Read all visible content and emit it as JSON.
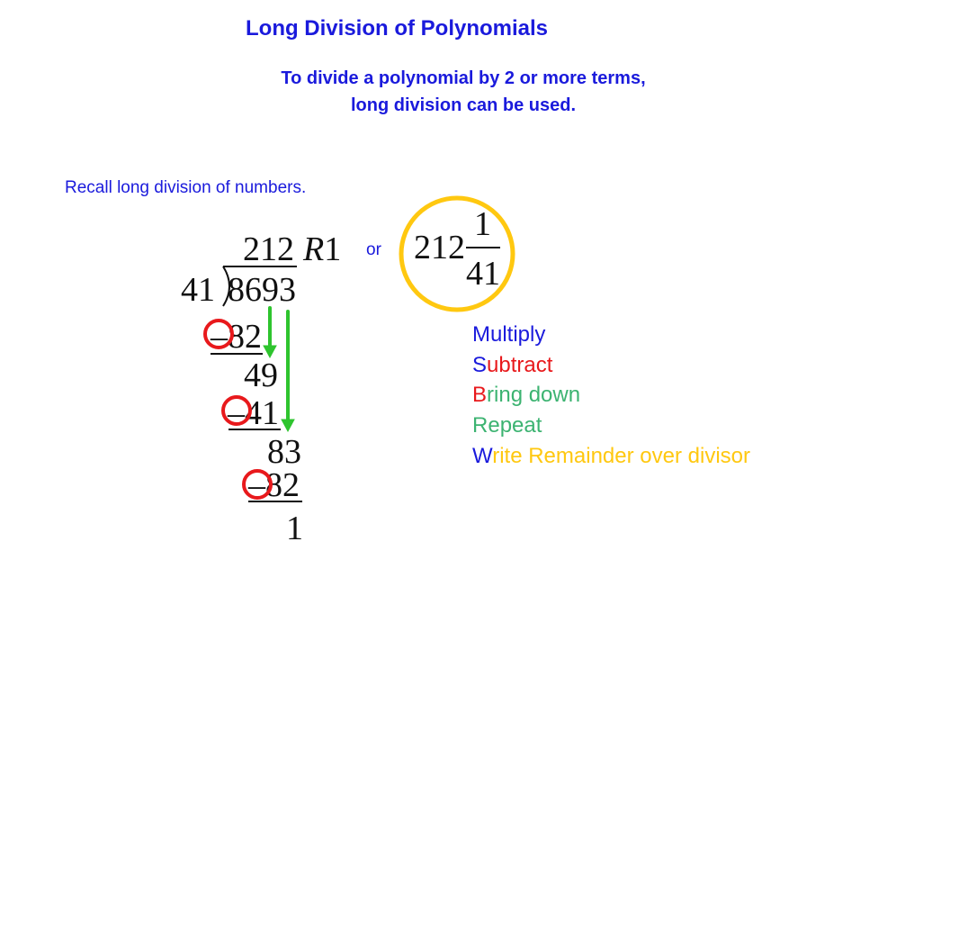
{
  "header": {
    "title": "Long Division of Polynomials",
    "subtitle_line1": "To divide a polynomial by 2 or more terms,",
    "subtitle_line2": "long division can be used."
  },
  "intro": {
    "recall": "Recall long division of numbers."
  },
  "division": {
    "quotient": "212",
    "remainder_letter": "R",
    "remainder_value": "1",
    "divisor": "41",
    "dividend": "8693",
    "step1_sub": "–82",
    "step1_result": "49",
    "step2_sub": "–41",
    "step2_result": "83",
    "step3_sub": "–82",
    "final_remainder": "1"
  },
  "alternative": {
    "connector": "or",
    "whole": "212",
    "numerator": "1",
    "denominator": "41"
  },
  "steps": [
    {
      "first": "M",
      "rest": "ultiply"
    },
    {
      "first": "S",
      "rest": "ubtract"
    },
    {
      "first": "B",
      "rest": "ring down"
    },
    {
      "first": "R",
      "rest": "epeat"
    },
    {
      "first": "W",
      "rest": "rite Remainder over divisor"
    }
  ],
  "colors": {
    "text_blue": "#1a1adc",
    "subtract_red": "#e8191c",
    "bring_down_green": "#3cb371",
    "arrow_green": "#2ec42e",
    "highlight_yellow": "#ffc810",
    "circle_red": "#e8191c"
  },
  "icons": {
    "minus_sign_highlight": "circle-highlight-icon",
    "bring_down_arrow": "arrow-down-icon",
    "answer_highlight": "circle-highlight-icon"
  }
}
